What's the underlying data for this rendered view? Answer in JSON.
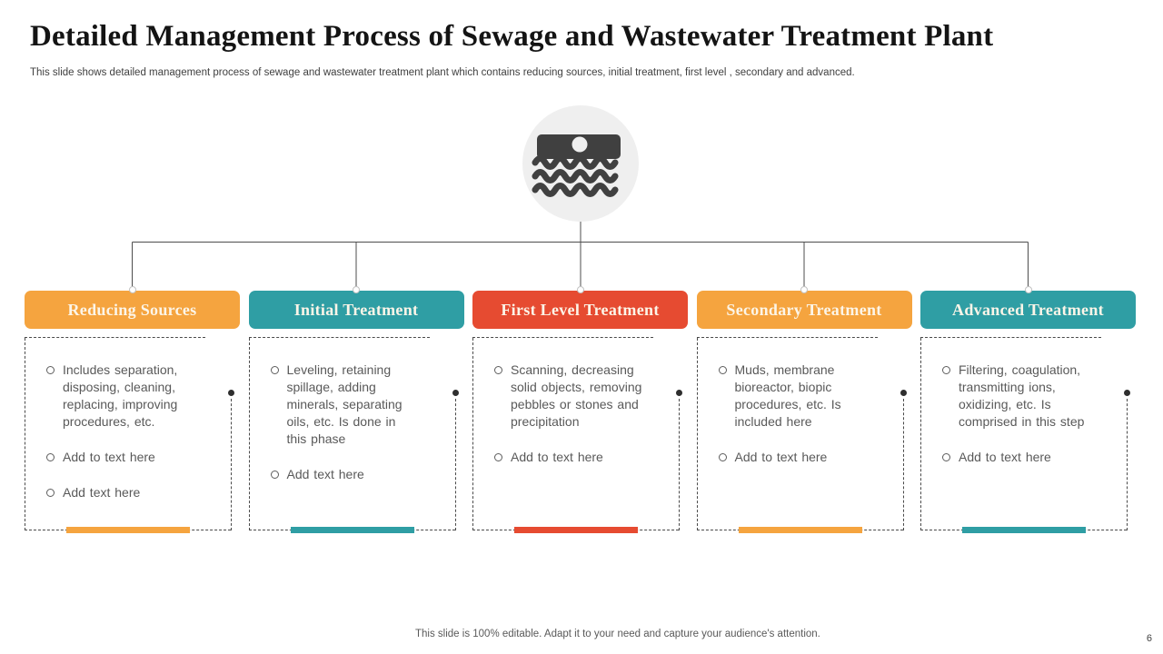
{
  "slide": {
    "title": "Detailed Management Process of Sewage and Wastewater Treatment Plant",
    "subtitle": "This slide shows detailed management process of sewage and wastewater treatment plant which contains reducing sources, initial treatment, first level , secondary and advanced.",
    "footer_note": "This slide is 100% editable. Adapt it to your need and capture your audience's attention.",
    "page_number": "6"
  },
  "hub_icon": {
    "name": "water-waves-icon",
    "circle_color": "#EFEFEF",
    "glyph_color": "#404040"
  },
  "connector": {
    "color": "#4D4D4D"
  },
  "columns": [
    {
      "id": "reducing-sources",
      "label": "Reducing Sources",
      "color": "#F5A43F",
      "bullets": [
        "Includes separation, disposing, cleaning, replacing, improving procedures, etc.",
        "Add to text here",
        "Add text here"
      ]
    },
    {
      "id": "initial-treatment",
      "label": "Initial Treatment",
      "color": "#2F9EA4",
      "bullets": [
        "Leveling, retaining spillage, adding minerals, separating oils, etc. Is done in this phase",
        "Add text here"
      ]
    },
    {
      "id": "first-level-treatment",
      "label": "First Level Treatment",
      "color": "#E64B31",
      "bullets": [
        "Scanning, decreasing solid objects, removing pebbles or stones and precipitation",
        "Add to text here"
      ]
    },
    {
      "id": "secondary-treatment",
      "label": "Secondary Treatment",
      "color": "#F5A43F",
      "bullets": [
        "Muds, membrane bioreactor, biopic procedures, etc. Is included here",
        "Add to text here"
      ]
    },
    {
      "id": "advanced-treatment",
      "label": "Advanced Treatment",
      "color": "#2F9EA4",
      "bullets": [
        "Filtering, coagulation, transmitting ions, oxidizing, etc. Is comprised in this step",
        "Add to text here"
      ]
    }
  ]
}
